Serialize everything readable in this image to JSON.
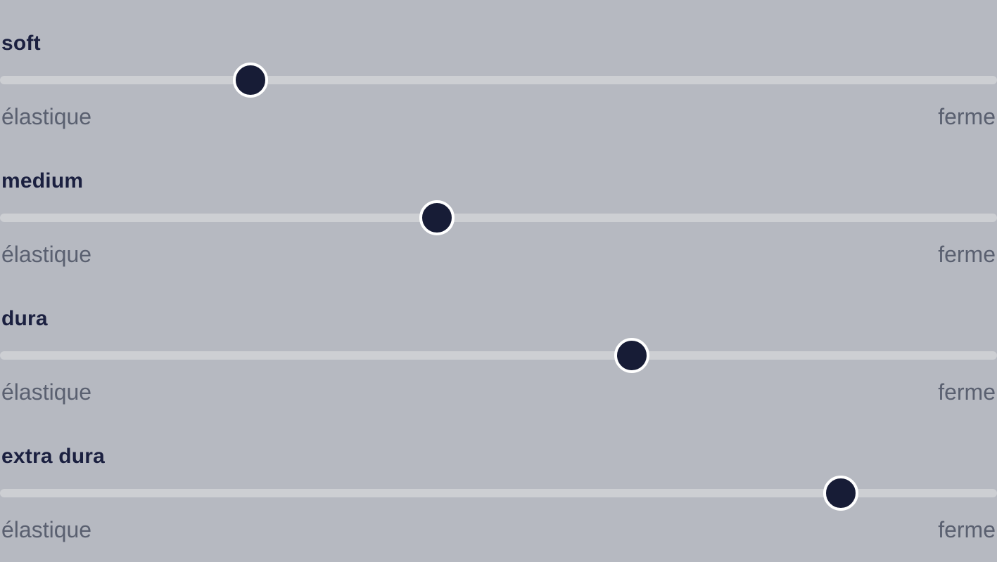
{
  "colors": {
    "page_background": "#b6b9c1",
    "track": "#cdcfd3",
    "knob_fill": "#171c36",
    "knob_ring": "#ffffff",
    "label_text": "#1b2040",
    "scale_text": "#5a6070"
  },
  "sliders": [
    {
      "label": "soft",
      "min_label": "élastique",
      "max_label": "ferme",
      "value_percent": 25.1
    },
    {
      "label": "medium",
      "min_label": "élastique",
      "max_label": "ferme",
      "value_percent": 43.8
    },
    {
      "label": "dura",
      "min_label": "élastique",
      "max_label": "ferme",
      "value_percent": 63.4
    },
    {
      "label": "extra dura",
      "min_label": "élastique",
      "max_label": "ferme",
      "value_percent": 84.3
    }
  ]
}
